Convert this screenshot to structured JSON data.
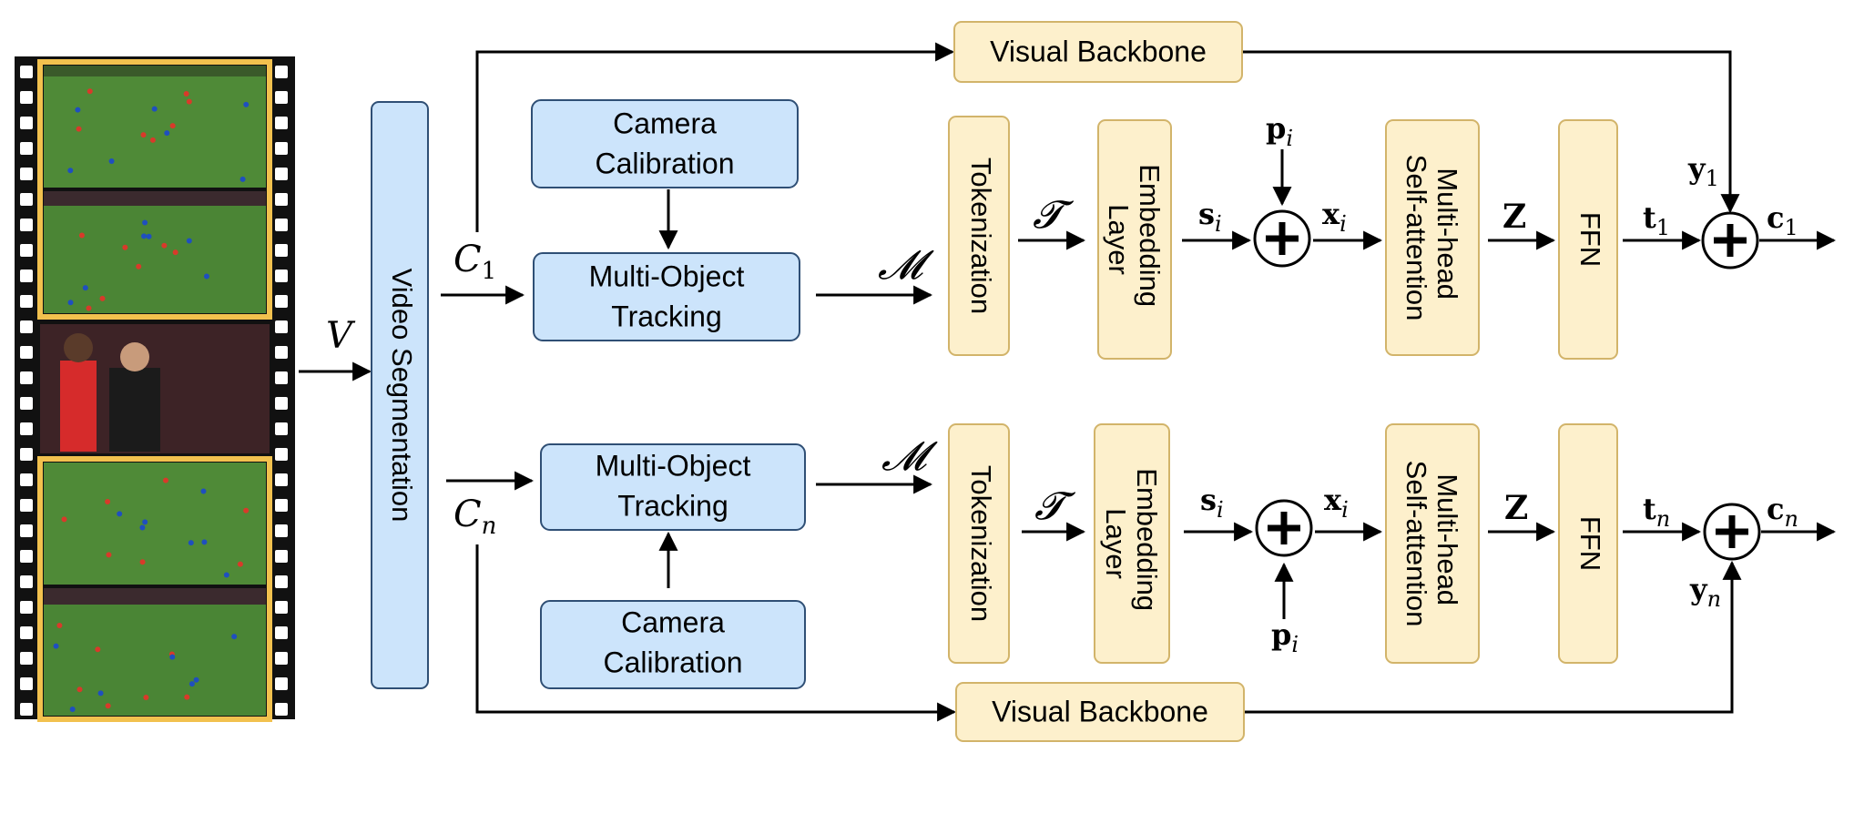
{
  "video_input": "V",
  "video_segmentation": "Video Segmentation",
  "top": {
    "clip": "C",
    "clip_sub": "1",
    "visual_backbone": "Visual Backbone",
    "camera_calibration": [
      "Camera",
      "Calibration"
    ],
    "multi_object_tracking": [
      "Multi-Object",
      "Tracking"
    ],
    "tracking_output": "𝓜",
    "tokenization": "Tokenization",
    "token_output": "𝓣",
    "embedding_layer": [
      "Embedding",
      "Layer"
    ],
    "embedding_output": "s",
    "embedding_output_sub": "i",
    "positional": "p",
    "positional_sub": "i",
    "sum_output": "x",
    "sum_output_sub": "i",
    "attention": [
      "Multi-head",
      "Self-attention"
    ],
    "attention_output": "Z",
    "ffn": "FFN",
    "ffn_output": "t",
    "ffn_output_sub": "1",
    "backbone_output": "y",
    "backbone_output_sub": "1",
    "final_output": "c",
    "final_output_sub": "1"
  },
  "bottom": {
    "clip": "C",
    "clip_sub": "n",
    "visual_backbone": "Visual Backbone",
    "camera_calibration": [
      "Camera",
      "Calibration"
    ],
    "multi_object_tracking": [
      "Multi-Object",
      "Tracking"
    ],
    "tracking_output": "𝓜",
    "tokenization": "Tokenization",
    "token_output": "𝓣",
    "embedding_layer": [
      "Embedding",
      "Layer"
    ],
    "embedding_output": "s",
    "embedding_output_sub": "i",
    "positional": "p",
    "positional_sub": "i",
    "sum_output": "x",
    "sum_output_sub": "i",
    "attention": [
      "Multi-head",
      "Self-attention"
    ],
    "attention_output": "Z",
    "ffn": "FFN",
    "ffn_output": "t",
    "ffn_output_sub": "n",
    "backbone_output": "y",
    "backbone_output_sub": "n",
    "final_output": "c",
    "final_output_sub": "n"
  },
  "colors": {
    "blue_fill": "#cce4fb",
    "blue_stroke": "#2f4f75",
    "yellow_fill": "#fdf0cc",
    "yellow_stroke": "#d2b46a",
    "film_frame": "#f2c14e",
    "pitch_green": "#4f8a37",
    "crowd": "#4a2a2a"
  }
}
